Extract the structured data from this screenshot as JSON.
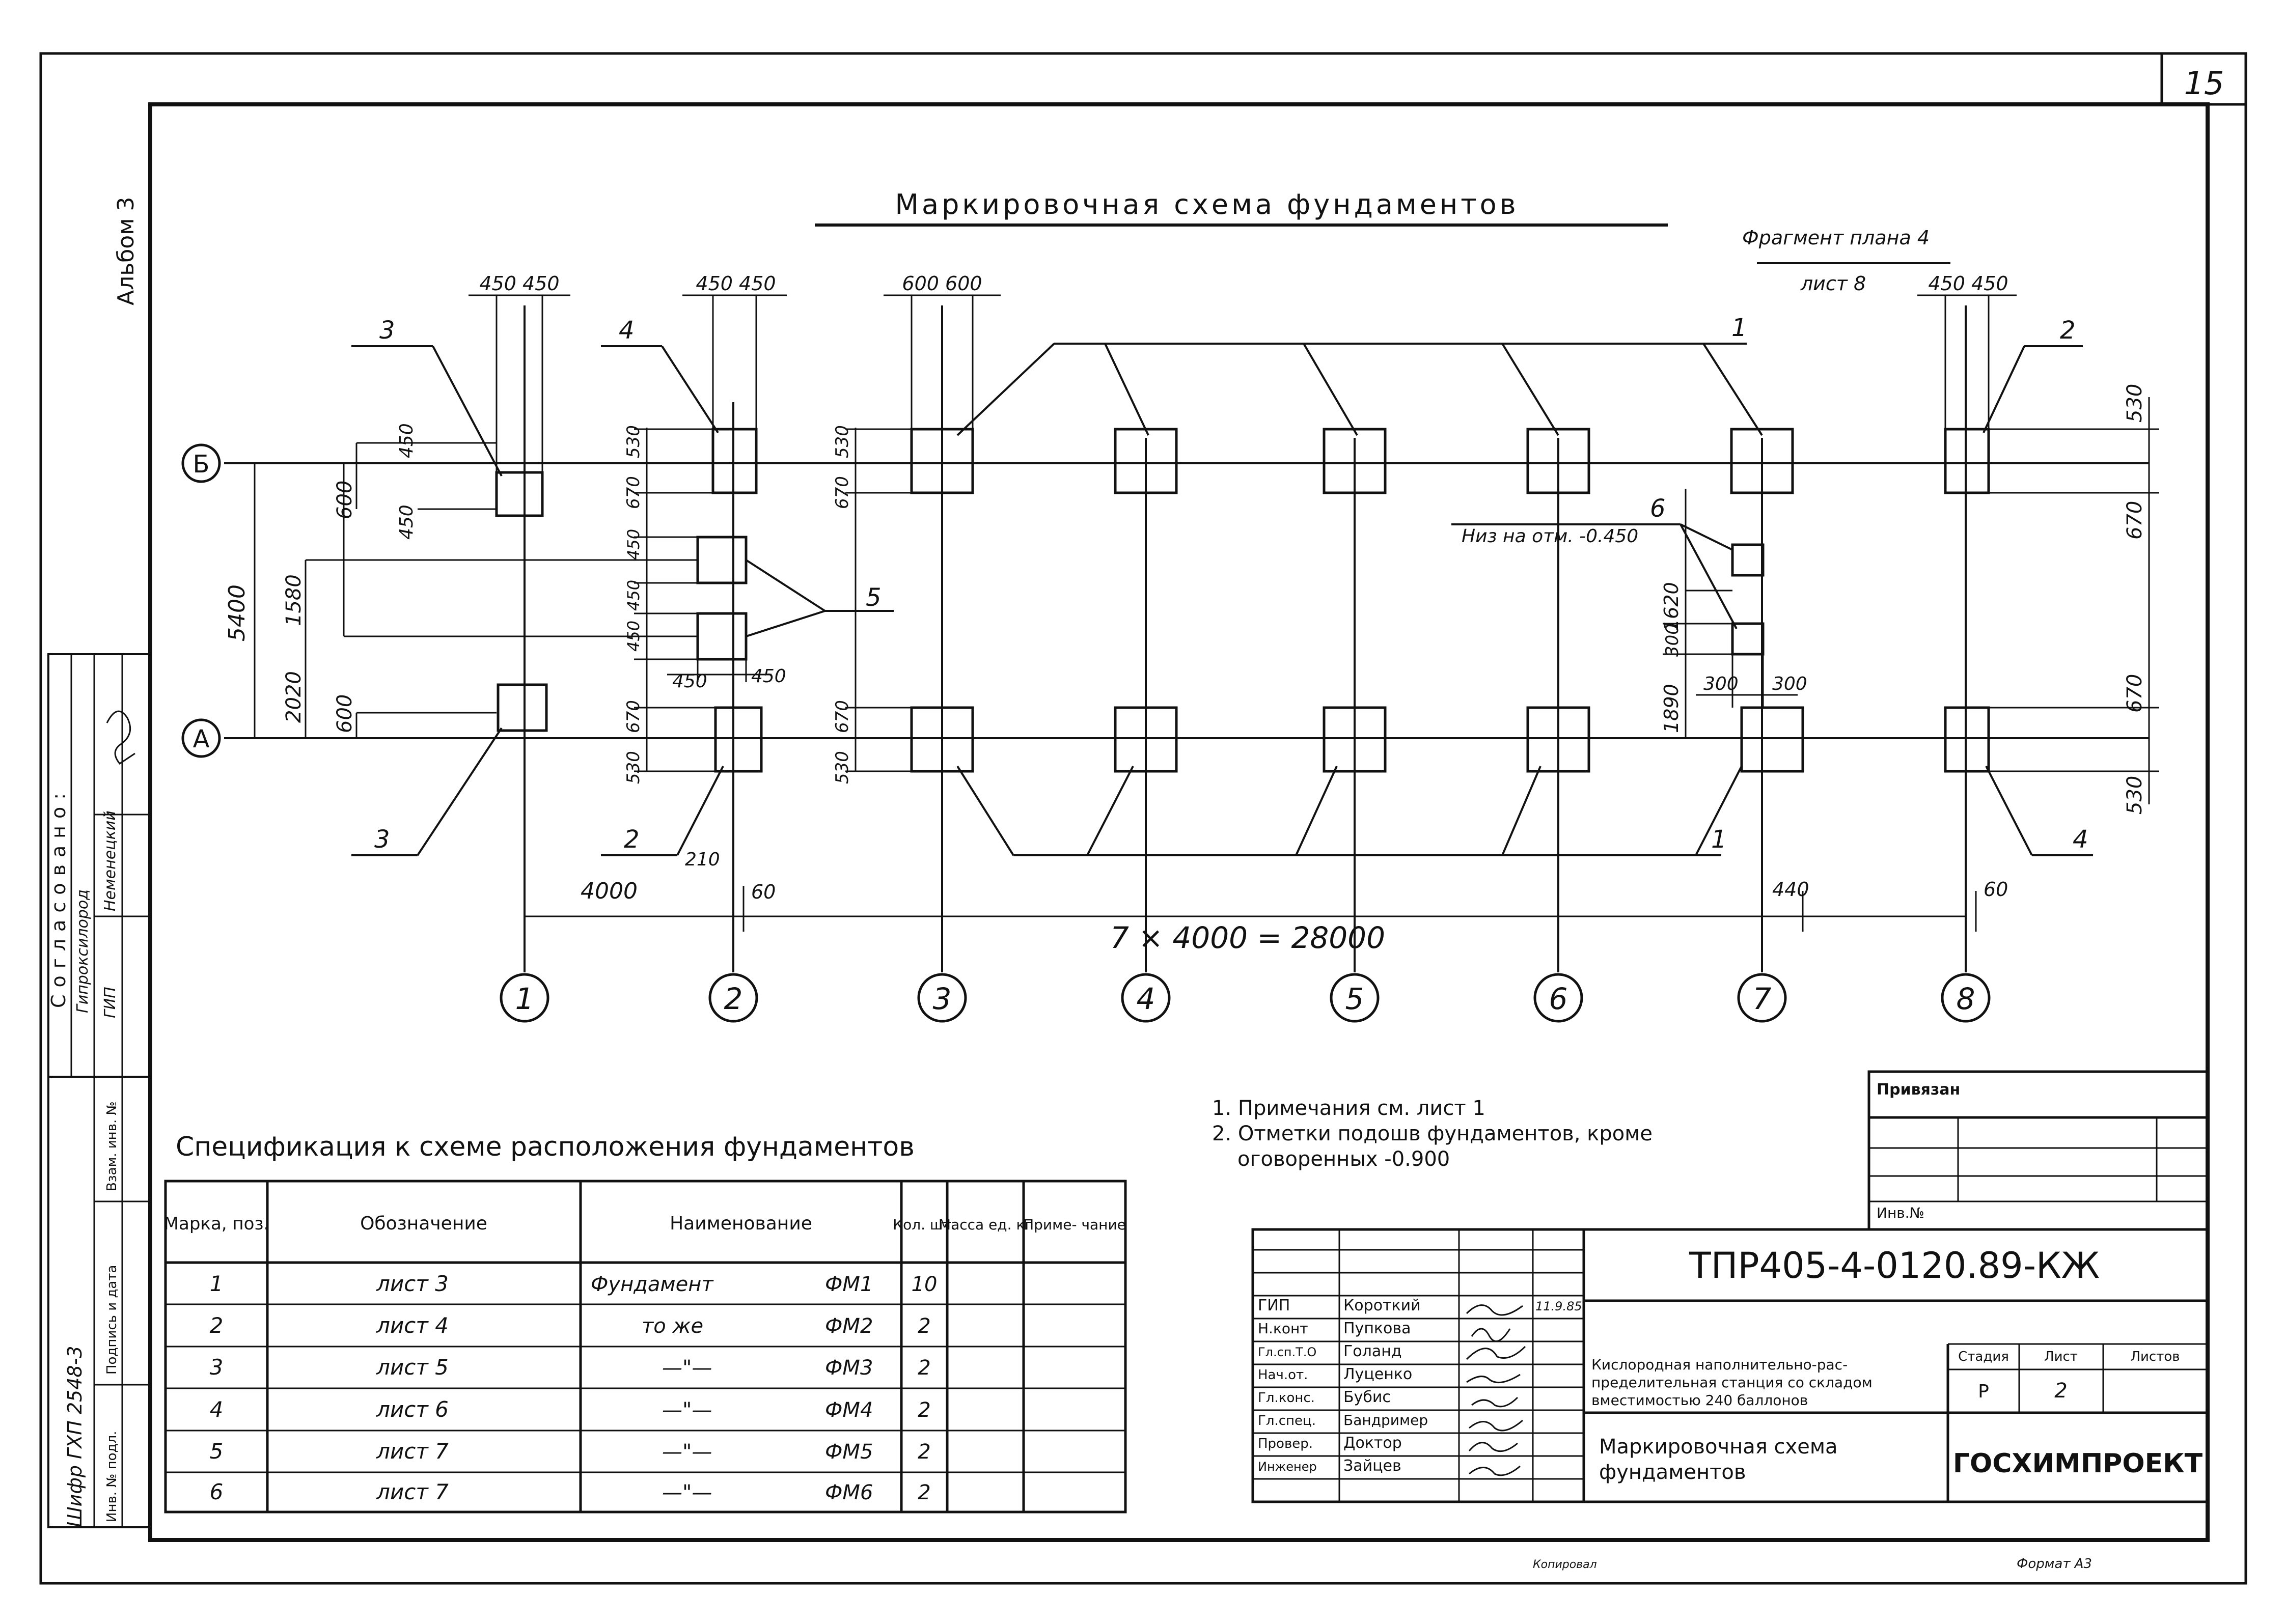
{
  "sheet": {
    "page_number": "15",
    "album": "Альбом 3",
    "cipher": "Шифр ГХП 2548-3",
    "format_note": "Формат А3",
    "copy_note": "Копировал",
    "approved": {
      "title": "Согласовано:",
      "rows": [
        {
          "org": "Гипроксилород",
          "role": "ГИП"
        },
        {
          "org": "Неменецкий",
          "role": ""
        }
      ]
    },
    "side_stamp": [
      "Взам. инв. №",
      "Подпись и дата",
      "Инв. № подл."
    ]
  },
  "plan": {
    "title": "Маркировочная схема фундаментов",
    "fragment_note_1": "Фрагмент плана 4",
    "fragment_note_2": "лист 8",
    "axes_letters": [
      "Б",
      "А"
    ],
    "axes_numbers": [
      "1",
      "2",
      "3",
      "4",
      "5",
      "6",
      "7",
      "8"
    ],
    "overall_dim": "7 × 4000 = 28000",
    "span_1_2": "4000",
    "dim_5400": "5400",
    "dim_2020": "2020",
    "dim_1580": "1580",
    "dim_1620": "1620",
    "dim_1890": "1890",
    "dim_600": "600",
    "dim_450": "450",
    "dim_670": "670",
    "dim_530": "530",
    "dim_210": "210",
    "dim_60": "60",
    "dim_440": "440",
    "dim_300": "300",
    "dim_col_450_450": "450 450",
    "dim_col_600_600": "600 600",
    "low_mark_note": "Низ на отм. -0.450",
    "marks": [
      "1",
      "2",
      "3",
      "4",
      "5",
      "6"
    ]
  },
  "notes": [
    "1. Примечания см. лист 1",
    "2. Отметки подошв фундаментов, кроме",
    "оговоренных  -0.900"
  ],
  "spec": {
    "title": "Спецификация к схеме расположения фундаментов",
    "headers": [
      "Марка, поз.",
      "Обозначение",
      "Наименование",
      "Кол. шт.",
      "Масса ед. кг",
      "Приме- чание"
    ],
    "rows": [
      {
        "mark": "1",
        "doc": "лист 3",
        "name": "Фундамент",
        "code": "ФМ1",
        "qty": "10"
      },
      {
        "mark": "2",
        "doc": "лист 4",
        "name": "то же",
        "code": "ФМ2",
        "qty": "2"
      },
      {
        "mark": "3",
        "doc": "лист 5",
        "name": "—\"—",
        "code": "ФМ3",
        "qty": "2"
      },
      {
        "mark": "4",
        "doc": "лист 6",
        "name": "—\"—",
        "code": "ФМ4",
        "qty": "2"
      },
      {
        "mark": "5",
        "doc": "лист 7",
        "name": "—\"—",
        "code": "ФМ5",
        "qty": "2"
      },
      {
        "mark": "6",
        "doc": "лист 7",
        "name": "—\"—",
        "code": "ФМ6",
        "qty": "2"
      }
    ]
  },
  "privyazan": {
    "title": "Привязан",
    "inv": "Инв.№"
  },
  "title_block": {
    "code": "ТПР405-4-0120.89-КЖ",
    "staff": [
      {
        "role": "ГИП",
        "name": "Короткий",
        "date": "11.9.85"
      },
      {
        "role": "Н.конт",
        "name": "Пупкова",
        "date": ""
      },
      {
        "role": "Гл.сп.Т.О",
        "name": "Голанд",
        "date": ""
      },
      {
        "role": "Нач.от.",
        "name": "Луценко",
        "date": ""
      },
      {
        "role": "Гл.конс.",
        "name": "Бубис",
        "date": ""
      },
      {
        "role": "Гл.спец.",
        "name": "Бандример",
        "date": ""
      },
      {
        "role": "Провер.",
        "name": "Доктор",
        "date": ""
      },
      {
        "role": "Инженер",
        "name": "Зайцев",
        "date": ""
      }
    ],
    "object": [
      "Кислородная наполнительно-рас-",
      "пределительная станция со складом",
      "вместимостью 240 баллонов"
    ],
    "sheet_title": [
      "Маркировочная схема",
      "фундаментов"
    ],
    "stage_label": "Стадия",
    "sheet_label": "Лист",
    "sheets_label": "Листов",
    "stage": "Р",
    "sheet": "2",
    "org": "ГОСХИМПРОЕКТ"
  }
}
